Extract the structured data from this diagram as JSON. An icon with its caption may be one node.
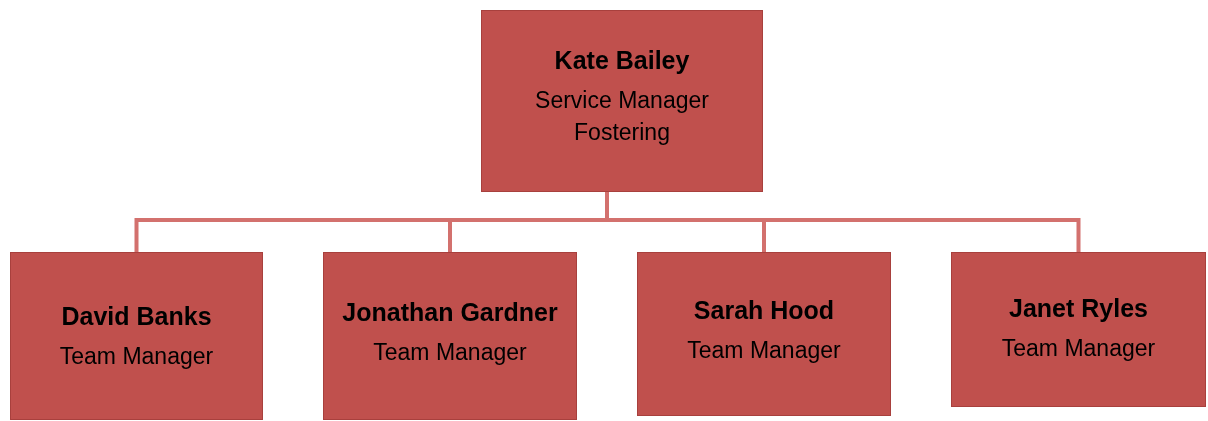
{
  "diagram": {
    "nodes": [
      {
        "text": [
          "Kate Bailey",
          "Service Manager Fostering"
        ]
      },
      {
        "text": [
          "David Banks",
          "Team Manager"
        ]
      },
      {
        "text": [
          "Jonathan Gardner",
          "Team Manager"
        ]
      },
      {
        "text": [
          "Sarah Hood",
          "Team Manager"
        ]
      },
      {
        "text": [
          "Janet Ryles",
          "Team Manager"
        ]
      }
    ],
    "edges": [
      {
        "from": 0,
        "to": 1,
        "arrow": "none"
      },
      {
        "from": 0,
        "to": 2,
        "arrow": "none"
      },
      {
        "from": 0,
        "to": 3,
        "arrow": "none"
      },
      {
        "from": 0,
        "to": 4,
        "arrow": "none"
      }
    ]
  }
}
